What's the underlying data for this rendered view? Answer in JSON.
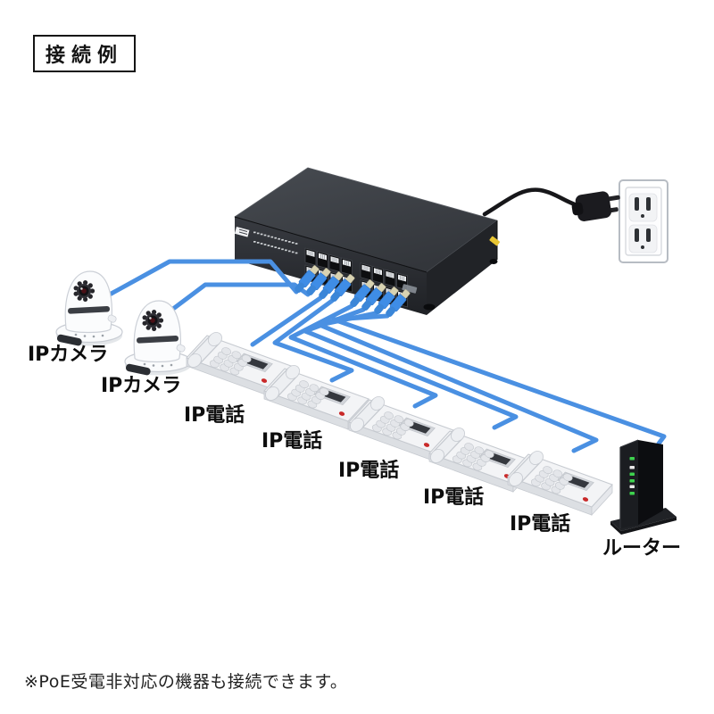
{
  "title": {
    "label": "接続例"
  },
  "note": {
    "text": "※PoE受電非対応の機器も接続できます。"
  },
  "devices": {
    "switch": {
      "port_count": 16
    },
    "cameras": [
      {
        "label": "IPカメラ"
      },
      {
        "label": "IPカメラ"
      }
    ],
    "phones": [
      {
        "label": "IP電話"
      },
      {
        "label": "IP電話"
      },
      {
        "label": "IP電話"
      },
      {
        "label": "IP電話"
      },
      {
        "label": "IP電話"
      }
    ],
    "router": {
      "label": "ルーター",
      "leds": [
        "green",
        "white",
        "green",
        "green",
        "white",
        "green"
      ]
    }
  },
  "colors": {
    "cable": "#4a90e2",
    "connector_blue": "#3f8de6",
    "connector_boot": "#3b86d8",
    "connector_tip": "#d9d3b2",
    "led_green": "#3ed24e",
    "led_white": "#e9e9e9",
    "phone_led_red": "#c92a2a",
    "sticker_yellow": "#e8c532"
  }
}
